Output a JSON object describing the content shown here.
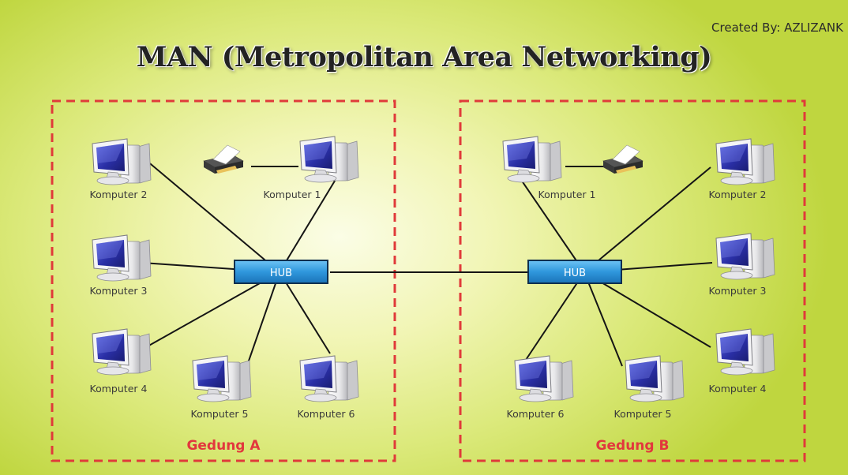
{
  "credit": "Created By: AZLIZANK",
  "title": "MAN (Metropolitan Area Networking)",
  "hub_label": "HUB",
  "buildings": [
    {
      "label": "Gedung A",
      "computers": [
        "Komputer 1",
        "Komputer 2",
        "Komputer 3",
        "Komputer 4",
        "Komputer 5",
        "Komputer 6"
      ]
    },
    {
      "label": "Gedung B",
      "computers": [
        "Komputer 1",
        "Komputer 2",
        "Komputer 3",
        "Komputer 4",
        "Komputer 5",
        "Komputer 6"
      ]
    }
  ],
  "colors": {
    "border_dash": "#e03a3a",
    "hub_fill": "#3b9fe0",
    "building_label": "#e2373d",
    "monitor_screen": "#2c2ea0"
  }
}
